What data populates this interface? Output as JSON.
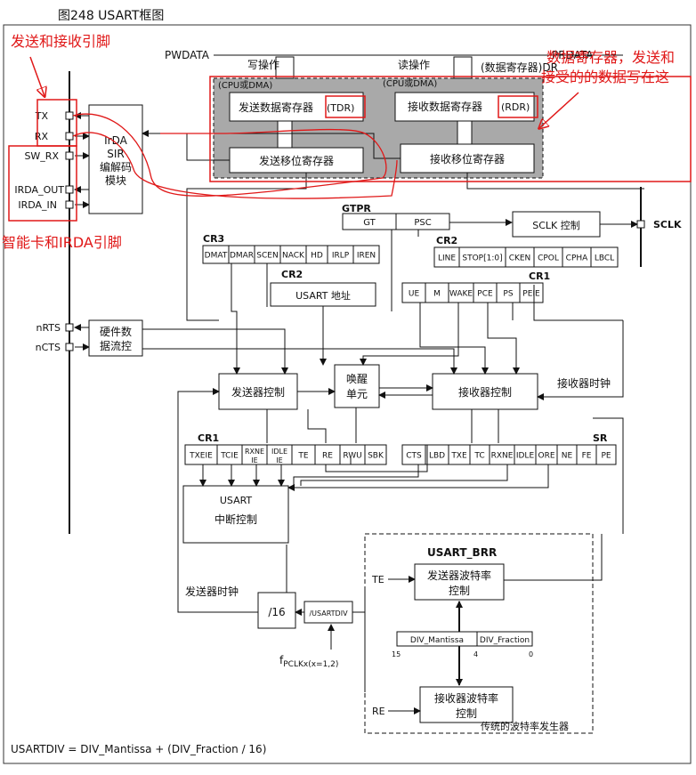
{
  "figure_title": "图248     USART框图",
  "formula": "USARTDIV = DIV_Mantissa + (DIV_Fraction / 16)",
  "annotations": {
    "tx_rx_pins": "发送和接收引脚",
    "smartcard_irda_pins": "智能卡和IRDA引脚",
    "data_register_note_line1": "数据寄存器，发送和",
    "data_register_note_line2": "接受的的数据写在这"
  },
  "bus": {
    "pwdata": "PWDATA",
    "prdata": "PRDATA",
    "write_op": "写操作",
    "read_op": "读操作",
    "data_reg_dr": "(数据寄存器)DR",
    "cpu_dma_left": "(CPU或DMA)",
    "cpu_dma_right": "(CPU或DMA)"
  },
  "registers": {
    "tdr_label": "发送数据寄存器",
    "tdr": "(TDR)",
    "rdr_label": "接收数据寄存器",
    "rdr": "(RDR)",
    "tx_shift": "发送移位寄存器",
    "rx_shift": "接收移位寄存器"
  },
  "pins": {
    "tx": "TX",
    "rx": "RX",
    "sw_rx": "SW_RX",
    "irda_out": "IRDA_OUT",
    "irda_in": "IRDA_IN",
    "nrts": "nRTS",
    "ncts": "nCTS",
    "sclk": "SCLK"
  },
  "irda_block": [
    "IrDA",
    "SIR",
    "编解码",
    "模块"
  ],
  "gtpr": {
    "title": "GTPR",
    "gt": "GT",
    "psc": "PSC"
  },
  "sclk_ctrl": "SCLK 控制",
  "cr3": {
    "title": "CR3",
    "bits": [
      "DMAT",
      "DMAR",
      "SCEN",
      "NACK",
      "HD",
      "IRLP",
      "IREN"
    ]
  },
  "cr2_top": {
    "title": "CR2",
    "bits": [
      "LINE",
      "STOP[1:0]",
      "CKEN",
      "CPOL",
      "CPHA",
      "LBCL"
    ]
  },
  "cr2_addr": {
    "title": "CR2",
    "label": "USART 地址"
  },
  "cr1_top": {
    "title": "CR1",
    "bits": [
      "UE",
      "M",
      "WAKE",
      "PCE",
      "PS",
      "PEIE"
    ]
  },
  "hw_flow": [
    "硬件数",
    "据流控"
  ],
  "tx_ctrl": "发送器控制",
  "wakeup": [
    "唤醒",
    "单元"
  ],
  "rx_ctrl": "接收器控制",
  "rx_clock": "接收器时钟",
  "cr1_bottom": {
    "title": "CR1",
    "bits": [
      "TXEIE",
      "TCIE",
      "RXNE IE",
      "IDLE IE",
      "TE",
      "RE",
      "RWU",
      "SBK"
    ]
  },
  "sr": {
    "title": "SR",
    "bits": [
      "CTS",
      "LBD",
      "TXE",
      "TC",
      "RXNE",
      "IDLE",
      "ORE",
      "NE",
      "FE",
      "PE"
    ]
  },
  "interrupt": {
    "line1": "USART",
    "line2": "中断控制"
  },
  "tx_clock": "发送器时钟",
  "div16": "/16",
  "usartdiv": "/USARTDIV",
  "fpclk": "f",
  "fpclk_sub": "PCLKx(x=1,2)",
  "brr": {
    "title": "USART_BRR",
    "te": "TE",
    "re": "RE",
    "tx_baud": [
      "发送器波特率",
      "控制"
    ],
    "rx_baud": [
      "接收器波特率",
      "控制"
    ],
    "mantissa": "DIV_Mantissa",
    "fraction": "DIV_Fraction",
    "bit15": "15",
    "bit4": "4",
    "bit0": "0",
    "caption": "传统的波特率发生器"
  }
}
